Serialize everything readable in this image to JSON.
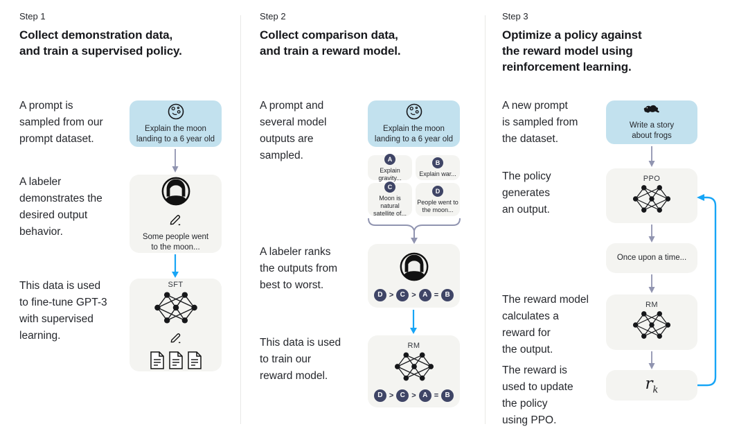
{
  "colors": {
    "background": "#ffffff",
    "box_gray": "#f4f4f1",
    "box_blue": "#c2e1ee",
    "arrow_gray": "#9094b0",
    "arrow_blue": "#17a5f6",
    "badge_navy": "#3f4566",
    "text": "#1f2126"
  },
  "steps": [
    {
      "label": "Step 1",
      "title": "Collect demonstration data,\nand train a supervised policy.",
      "annotations": [
        "A prompt is\nsampled from our\nprompt dataset.",
        "A labeler\ndemonstrates the\ndesired output\nbehavior.",
        "This data is used\nto fine-tune GPT-3\nwith supervised\nlearning."
      ],
      "prompt_box": {
        "icon": "moon-icon",
        "text": "Explain the moon\nlanding to a 6 year old"
      },
      "labeler_box": {
        "icon": "labeler-icon",
        "pencil_icon": "pencil-icon",
        "text": "Some people went\nto the moon..."
      },
      "model_box": {
        "name": "SFT",
        "icons": [
          "neural-network-icon",
          "pencil-icon",
          "documents-icon"
        ]
      }
    },
    {
      "label": "Step 2",
      "title": "Collect comparison data,\nand train a reward model.",
      "annotations": [
        "A prompt and\nseveral model\noutputs are\nsampled.",
        "A labeler ranks\nthe outputs from\nbest to worst.",
        "This data is used\nto train our\nreward model."
      ],
      "prompt_box": {
        "icon": "moon-icon",
        "text": "Explain the moon\nlanding to a 6 year old"
      },
      "outputs": [
        {
          "badge": "A",
          "text": "Explain gravity..."
        },
        {
          "badge": "B",
          "text": "Explain war..."
        },
        {
          "badge": "C",
          "text": "Moon is natural\nsatellite of..."
        },
        {
          "badge": "D",
          "text": "People went to\nthe moon..."
        }
      ],
      "ranking": {
        "items": [
          "D",
          "C",
          "A",
          "B"
        ],
        "separators": [
          ">",
          ">",
          "="
        ],
        "display": "D > C > A = B"
      },
      "model_box": {
        "name": "RM",
        "icons": [
          "neural-network-icon"
        ]
      }
    },
    {
      "label": "Step 3",
      "title": "Optimize a policy against\nthe reward model using\nreinforcement learning.",
      "annotations": [
        "A new prompt\nis sampled from\nthe dataset.",
        "The policy\ngenerates\nan output.",
        "The reward model\ncalculates a\nreward for\nthe output.",
        "The reward is\nused to update\nthe policy\nusing PPO."
      ],
      "prompt_box": {
        "icon": "frog-icon",
        "text": "Write a story\nabout frogs"
      },
      "policy_box": {
        "name": "PPO",
        "icons": [
          "neural-network-icon"
        ]
      },
      "output_box": {
        "text": "Once upon a time..."
      },
      "model_box": {
        "name": "RM",
        "icons": [
          "neural-network-icon"
        ]
      },
      "reward_box": {
        "base": "r",
        "sub": "k"
      }
    }
  ]
}
